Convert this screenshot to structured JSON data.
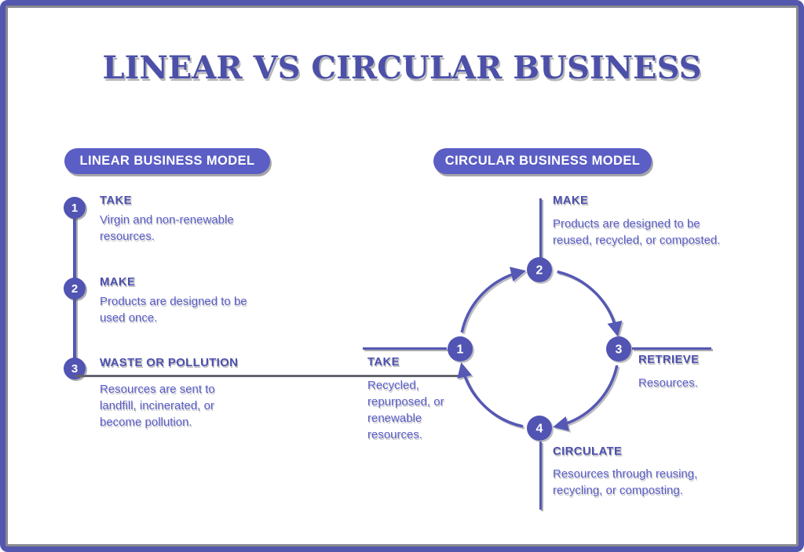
{
  "title": "LINEAR VS CIRCULAR BUSINESS",
  "colors": {
    "accent_line": "#5558b4",
    "node_fill": "#5154b2",
    "pill_fill": "#5b5ec4",
    "heading_text": "#4e51ae",
    "body_text": "#5c5fc8",
    "title_text": "#4c50a8",
    "border": "#5457ae",
    "connector_gray": "#63646c",
    "background": "#ffffff"
  },
  "linear": {
    "header": "LINEAR BUSINESS MODEL",
    "steps": [
      {
        "number": "1",
        "heading": "TAKE",
        "body": "Virgin and non-renewable resources."
      },
      {
        "number": "2",
        "heading": "MAKE",
        "body": "Products are designed to be used once."
      },
      {
        "number": "3",
        "heading": "WASTE OR POLLUTION",
        "body": "Resources are sent to landfill, incinerated, or become pollution."
      }
    ]
  },
  "circular": {
    "header": "CIRCULAR BUSINESS MODEL",
    "steps": [
      {
        "number": "1",
        "position": "left",
        "heading": "TAKE",
        "body": "Recycled, repurposed, or renewable resources."
      },
      {
        "number": "2",
        "position": "top",
        "heading": "MAKE",
        "body": "Products are designed to be reused, recycled, or composted."
      },
      {
        "number": "3",
        "position": "right",
        "heading": "RETRIEVE",
        "body": "Resources."
      },
      {
        "number": "4",
        "position": "bottom",
        "heading": "CIRCULATE",
        "body": "Resources through reusing, recycling, or composting."
      }
    ]
  }
}
